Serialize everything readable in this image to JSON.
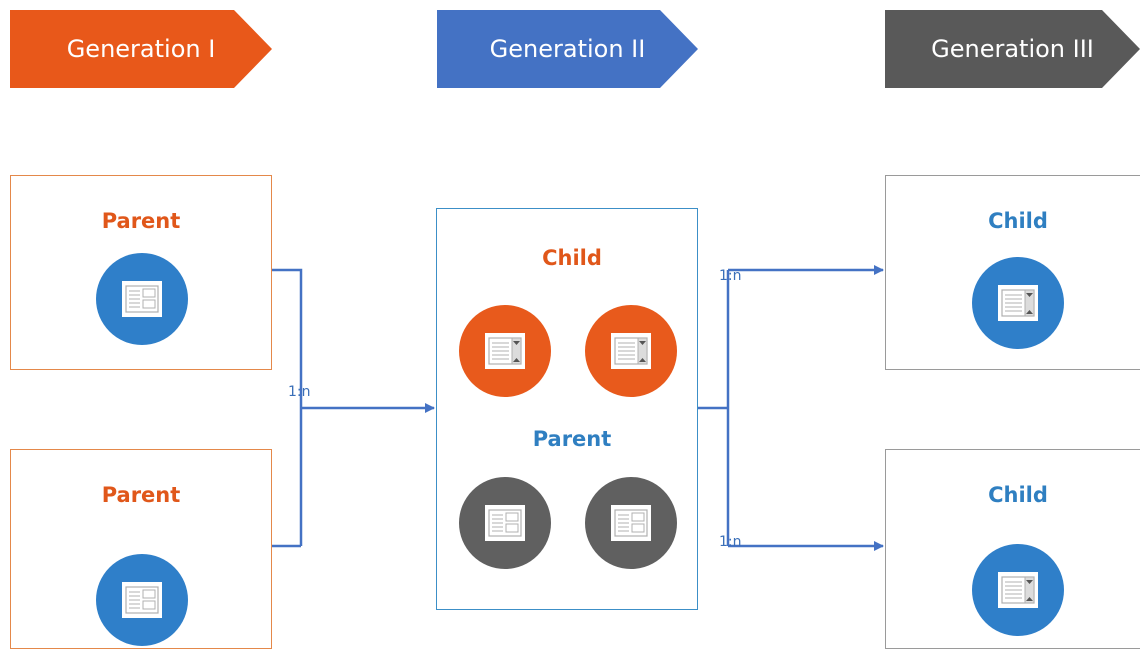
{
  "generations": [
    {
      "label": "Generation I",
      "color": "#e8581a"
    },
    {
      "label": "Generation II",
      "color": "#4472c4"
    },
    {
      "label": "Generation III",
      "color": "#595959"
    }
  ],
  "gen1": {
    "box_top": {
      "title": "Parent",
      "icon": "form-icon"
    },
    "box_bottom": {
      "title": "Parent",
      "icon": "form-icon"
    }
  },
  "gen2": {
    "child_title": "Child",
    "parent_title": "Parent",
    "child_icons": [
      "list-form-icon",
      "list-form-icon"
    ],
    "parent_icons": [
      "form-icon",
      "form-icon"
    ]
  },
  "gen3": {
    "box_top": {
      "title": "Child",
      "icon": "list-form-icon"
    },
    "box_bottom": {
      "title": "Child",
      "icon": "list-form-icon"
    }
  },
  "relations": {
    "gen1_to_gen2": "1:n",
    "gen2_to_gen3_top": "1:n",
    "gen2_to_gen3_bottom": "1:n"
  },
  "colors": {
    "orange": "#e85a1c",
    "blue": "#2f7fc9",
    "gray": "#606060",
    "connector": "#4472c4"
  }
}
